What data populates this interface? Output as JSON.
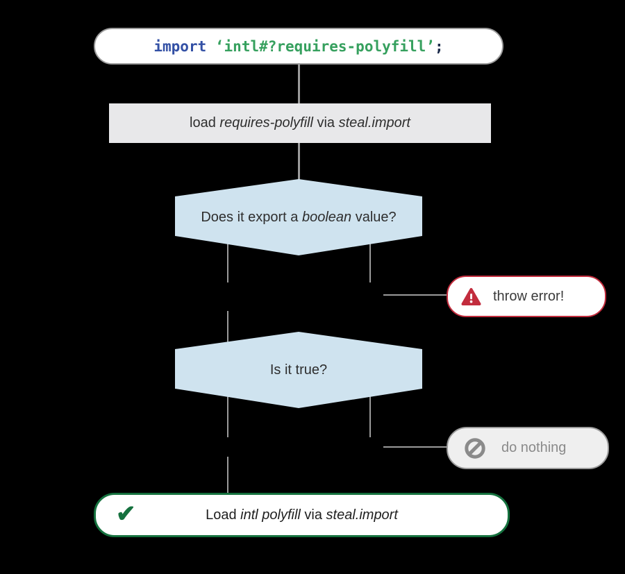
{
  "colors": {
    "background": "#000000",
    "connector_gray": "#9b9b9b",
    "decision_blue": "#cfe3ef",
    "process_gray": "#e8e8ea",
    "error_red": "#c22c3d",
    "success_green": "#15713e",
    "muted_gray": "#8a8a8a",
    "code_keyword_blue": "#3350a5",
    "code_string_green": "#36a05e",
    "code_punct_navy": "#1b2a4a"
  },
  "icons": {
    "checkmark_glyph": "✔",
    "warning": "warning-triangle-icon",
    "no_entry": "no-entry-icon",
    "check": "checkmark-icon"
  },
  "nodes": {
    "code_import": {
      "keyword": "import ",
      "string": "‘intl#?requires-polyfill’",
      "semicolon": ";"
    },
    "load_polyfill": {
      "t1": "load ",
      "t2": "requires-polyfill",
      "t3": " via ",
      "t4": "steal.import"
    },
    "decision_boolean": {
      "t1": "Does it export a ",
      "t2": "boolean",
      "t3": " value?"
    },
    "throw_error": {
      "label": "throw error!"
    },
    "decision_true": {
      "label": "Is it true?"
    },
    "do_nothing": {
      "label": "do nothing"
    },
    "load_intl": {
      "t1": "Load ",
      "t2": "intl polyfill",
      "t3": " via ",
      "t4": "steal.import"
    }
  }
}
